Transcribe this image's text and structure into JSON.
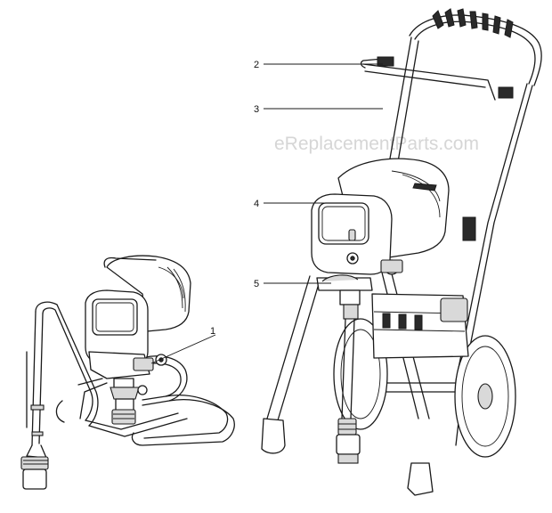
{
  "watermark": "eReplacementParts.com",
  "callouts": [
    {
      "label": "1"
    },
    {
      "label": "2"
    },
    {
      "label": "3"
    },
    {
      "label": "4"
    },
    {
      "label": "5"
    }
  ]
}
